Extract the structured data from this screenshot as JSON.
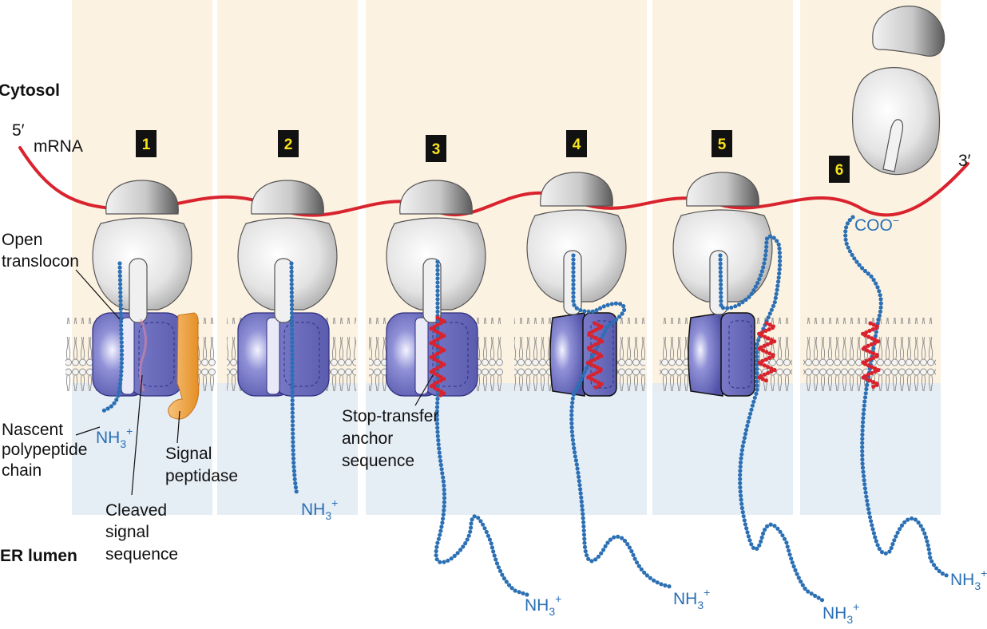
{
  "labels": {
    "cytosol": "Cytosol",
    "er_lumen": "ER lumen",
    "five_prime": "5′",
    "three_prime": "3′",
    "mrna": "mRNA",
    "open_translocon": [
      "Open",
      "translocon"
    ],
    "nascent_chain": [
      "Nascent",
      "polypeptide",
      "chain"
    ],
    "cleaved_signal": [
      "Cleaved",
      "signal",
      "sequence"
    ],
    "signal_peptidase": [
      "Signal",
      "peptidase"
    ],
    "stop_transfer": [
      "Stop-transfer",
      "anchor",
      "sequence"
    ],
    "nh3": "NH",
    "nh3_sub": "3",
    "nh3_sup": "+",
    "coo": "COO",
    "coo_sup": "−"
  },
  "steps": [
    "1",
    "2",
    "3",
    "4",
    "5",
    "6"
  ],
  "colors": {
    "cytosol_band": "#fbf0dc",
    "lumen_band": "#e2ebf4",
    "mrna": "#d9232e",
    "chain": "#2b6fb4",
    "anchor": "#d9232e",
    "translocon": "#6e6fc2",
    "peptidase": "#f0a23c",
    "badge": "#111111",
    "badge_text": "#f6e31a"
  }
}
